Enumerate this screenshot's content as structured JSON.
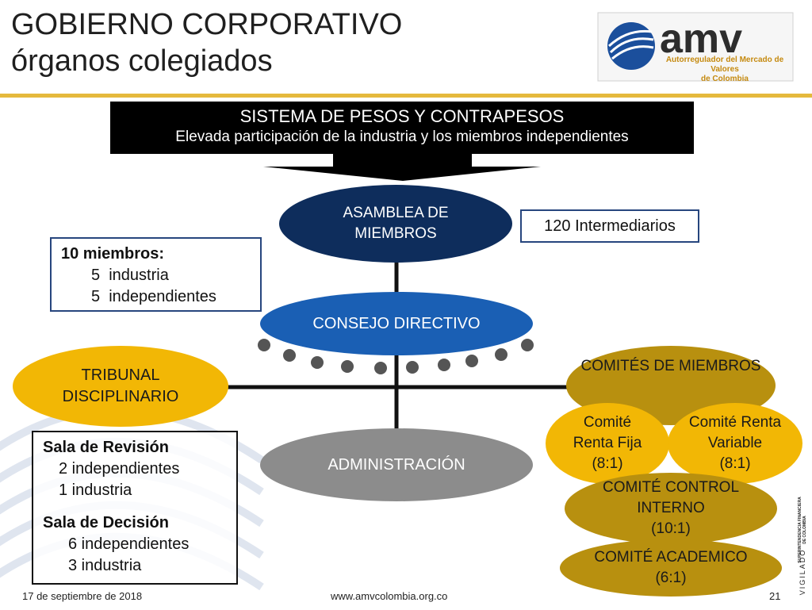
{
  "header": {
    "title_line1": "GOBIERNO CORPORATIVO",
    "title_line2": "órganos colegiados"
  },
  "logo": {
    "name": "amv",
    "subtitle_line1": "Autorregulador del Mercado de Valores",
    "subtitle_line2": "de Colombia"
  },
  "banner": {
    "line1": "SISTEMA DE PESOS Y CONTRAPESOS",
    "line2": "Elevada participación de la industria y los miembros independientes"
  },
  "asamblea": {
    "line1": "ASAMBLEA DE",
    "line2": "MIEMBROS"
  },
  "intermediarios": "120 Intermediarios",
  "consejo_box": {
    "heading": "10 miembros:",
    "item1": "5  industria",
    "item2": "5  independientes"
  },
  "consejo": "CONSEJO DIRECTIVO",
  "tribunal": {
    "line1": "TRIBUNAL",
    "line2": "DISCIPLINARIO"
  },
  "salas": {
    "revision_title": "Sala de Revisión",
    "revision_1": "2 independientes",
    "revision_2": "1 industria",
    "decision_title": "Sala de Decisión",
    "decision_1": "6 independientes",
    "decision_2": "3 industria"
  },
  "administracion": "ADMINISTRACIÓN",
  "comites": {
    "header": "COMITÉS DE MIEMBROS",
    "renta_fija": {
      "line1": "Comité",
      "line2": "Renta Fija",
      "line3": "(8:1)"
    },
    "renta_variable": {
      "line1": "Comité Renta",
      "line2": "Variable",
      "line3": "(8:1)"
    },
    "control_interno": {
      "line1": "COMITÉ CONTROL",
      "line2": "INTERNO",
      "line3": "(10:1)"
    },
    "academico": {
      "line1": "COMITÉ ACADEMICO",
      "line2": "(6:1)"
    }
  },
  "footer": {
    "date": "17 de septiembre de 2018",
    "url": "www.amvcolombia.org.co",
    "page": "21"
  },
  "vigilado": {
    "label": "VIGILADO",
    "entity_line1": "SUPERINTENDENCIA FINANCIERA",
    "entity_line2": "DE COLOMBIA"
  },
  "colors": {
    "navy": "#0e2d5c",
    "blue": "#1a5fb4",
    "gold": "#b8900f",
    "yellow": "#f2b705",
    "gray": "#8c8c8c",
    "accent_rule": "#e5b93c"
  }
}
